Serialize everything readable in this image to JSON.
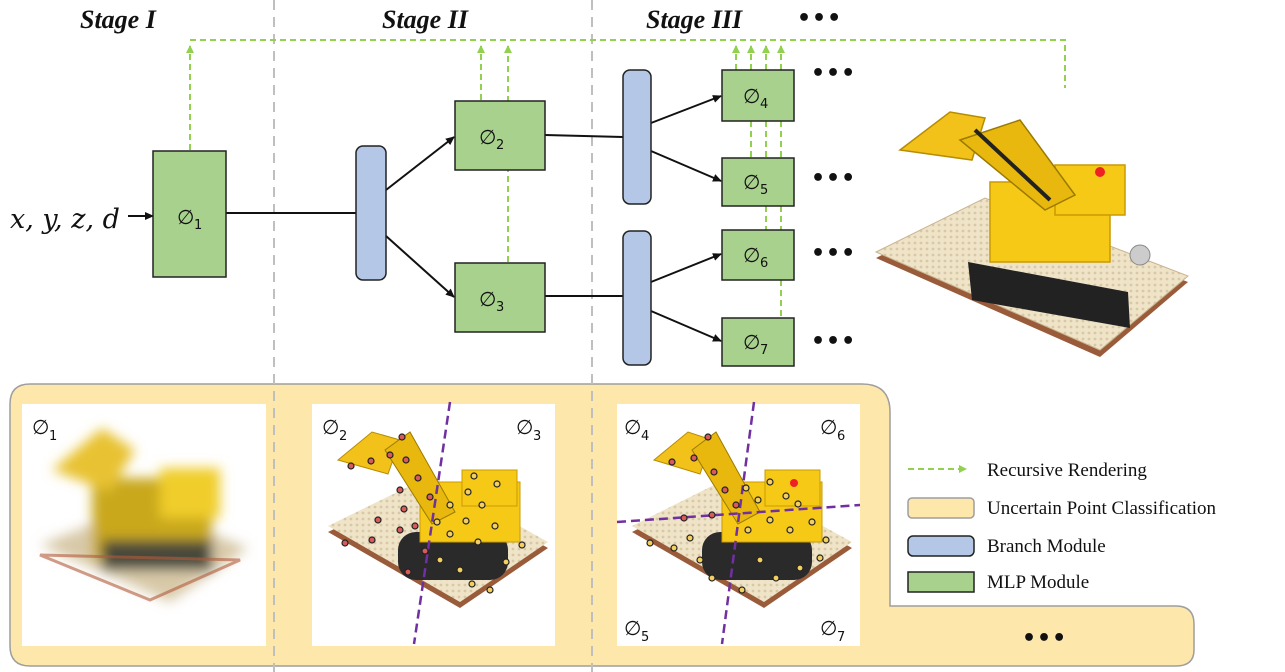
{
  "stages": [
    "Stage I",
    "Stage II",
    "Stage III"
  ],
  "ellipsis": "•••",
  "input_label": "x, y, z, d",
  "mlp_symbol": "∅",
  "mlp_nodes": [
    {
      "id": "phi1",
      "sub": "1"
    },
    {
      "id": "phi2",
      "sub": "2"
    },
    {
      "id": "phi3",
      "sub": "3"
    },
    {
      "id": "phi4",
      "sub": "4"
    },
    {
      "id": "phi5",
      "sub": "5"
    },
    {
      "id": "phi6",
      "sub": "6"
    },
    {
      "id": "phi7",
      "sub": "7"
    }
  ],
  "legend": [
    {
      "label": "Recursive Rendering",
      "kind": "dashed-arrow"
    },
    {
      "label": "Uncertain Point Classification",
      "kind": "swatch",
      "color": "#fde7aa"
    },
    {
      "label": "Branch Module",
      "kind": "swatch",
      "color": "#b4c7e7"
    },
    {
      "label": "MLP Module",
      "kind": "swatch",
      "color": "#a9d18e"
    }
  ],
  "colors": {
    "mlp_fill": "#a9d18e",
    "branch_fill": "#b4c7e7",
    "panel_fill": "#fde7aa",
    "recursive": "#92d050",
    "divider": "#bfbfbf",
    "split_line": "#7030a0"
  },
  "icons": [
    "bulldozer-render-full",
    "bulldozer-render-blurry",
    "bulldozer-render-stage2",
    "bulldozer-render-stage3"
  ]
}
